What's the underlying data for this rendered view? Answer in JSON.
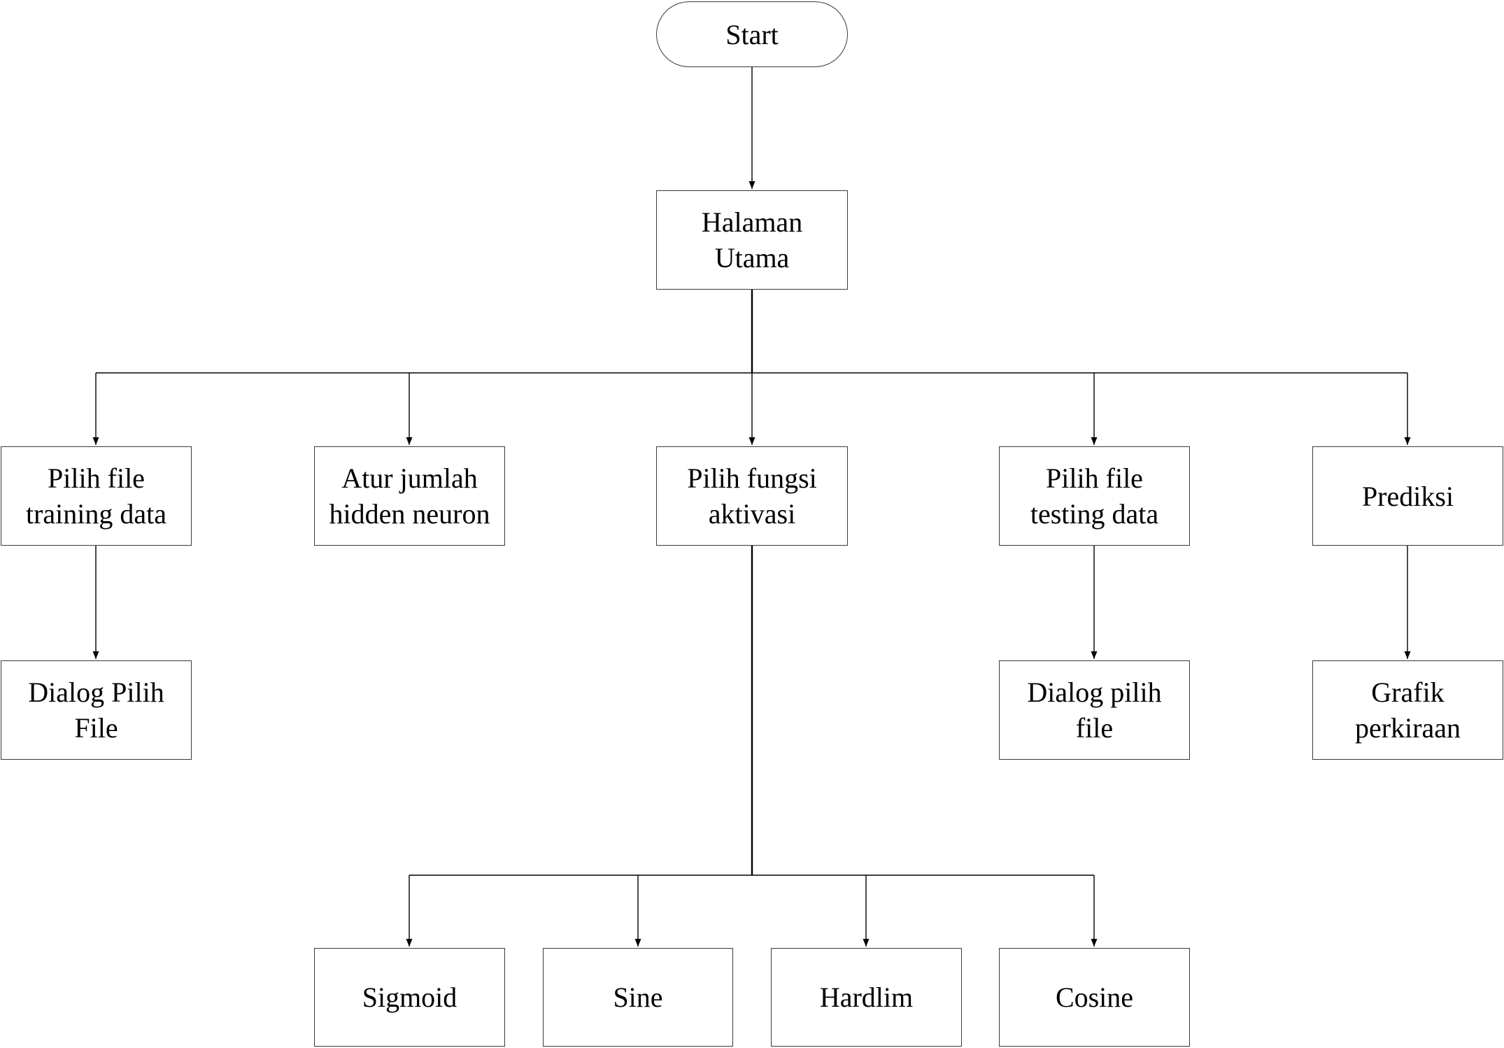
{
  "diagram": {
    "nodes": {
      "start": "Start",
      "main_page": [
        "Halaman",
        "Utama"
      ],
      "select_training": [
        "Pilih file",
        "training data"
      ],
      "set_hidden": [
        "Atur jumlah",
        "hidden neuron"
      ],
      "select_activation": [
        "Pilih fungsi",
        "aktivasi"
      ],
      "select_testing": [
        "Pilih file",
        "testing data"
      ],
      "prediction": "Prediksi",
      "dialog_training": [
        "Dialog Pilih",
        "File"
      ],
      "dialog_testing": [
        "Dialog pilih",
        "file"
      ],
      "forecast_graph": [
        "Grafik",
        "perkiraan"
      ],
      "sigmoid": "Sigmoid",
      "sine": "Sine",
      "hardlim": "Hardlim",
      "cosine": "Cosine"
    },
    "edges": [
      [
        "start",
        "main_page"
      ],
      [
        "main_page",
        "select_training"
      ],
      [
        "main_page",
        "set_hidden"
      ],
      [
        "main_page",
        "select_activation"
      ],
      [
        "main_page",
        "select_testing"
      ],
      [
        "main_page",
        "prediction"
      ],
      [
        "select_training",
        "dialog_training"
      ],
      [
        "select_testing",
        "dialog_testing"
      ],
      [
        "prediction",
        "forecast_graph"
      ],
      [
        "select_activation",
        "sigmoid"
      ],
      [
        "select_activation",
        "sine"
      ],
      [
        "select_activation",
        "hardlim"
      ],
      [
        "select_activation",
        "cosine"
      ]
    ],
    "colors": {
      "line": "#000000",
      "border": "#3a3a3a",
      "background": "#ffffff"
    }
  }
}
